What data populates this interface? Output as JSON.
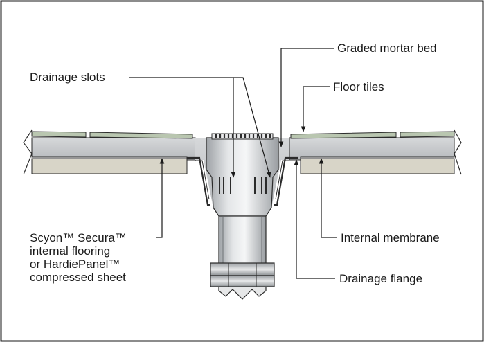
{
  "labels": {
    "graded_mortar_bed": "Graded mortar bed",
    "drainage_slots": "Drainage slots",
    "floor_tiles": "Floor tiles",
    "scyon_sheet": "Scyon™ Secura™\ninternal flooring\nor HardiePanel™\ncompressed sheet",
    "internal_membrane": "Internal membrane",
    "drainage_flange": "Drainage flange"
  },
  "colors": {
    "border": "#1a1a1a",
    "tile": "#b9c6b0",
    "mortar": "#c4c6c8",
    "sheet": "#d8d5c8",
    "metal": "#cfd1d3",
    "outline": "#2b2b2b"
  }
}
